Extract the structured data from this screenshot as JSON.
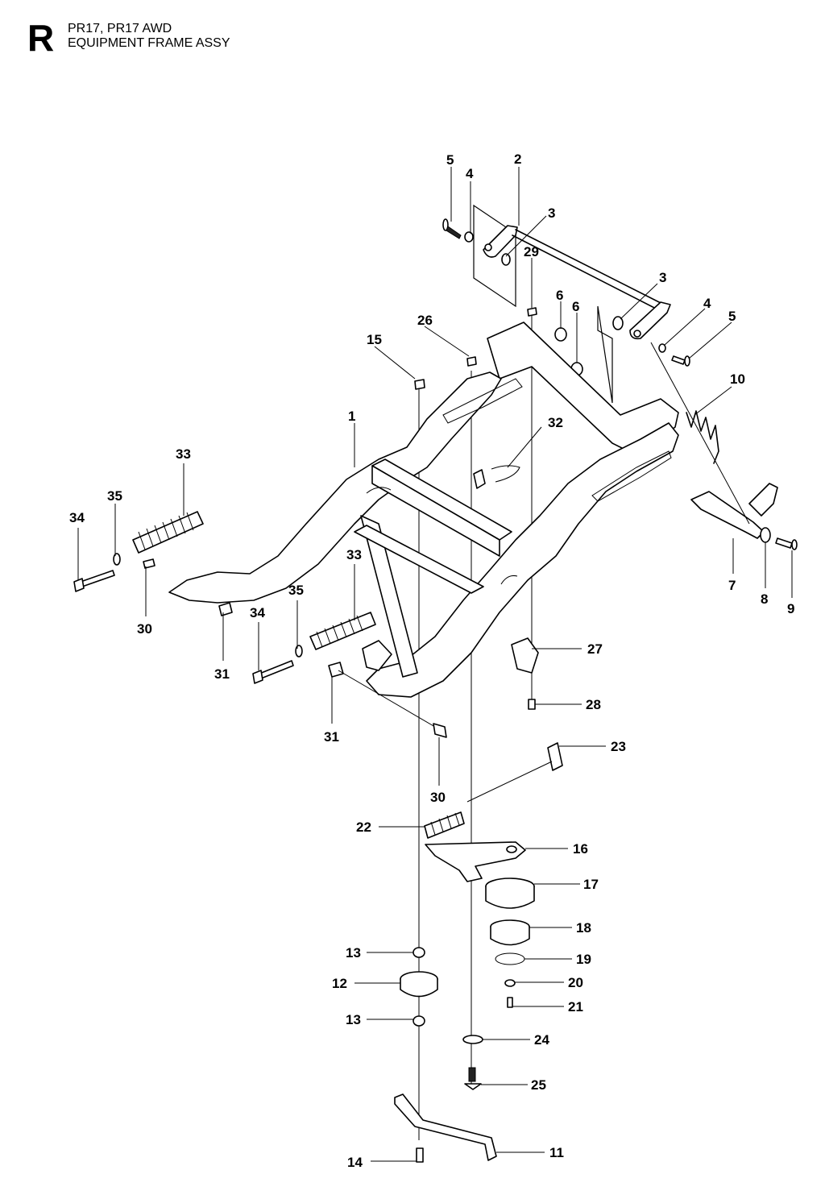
{
  "header": {
    "section_letter": "R",
    "model": "PR17, PR17 AWD",
    "title": "EQUIPMENT FRAME ASSY"
  },
  "callouts": [
    "1",
    "2",
    "3",
    "3",
    "4",
    "4",
    "5",
    "5",
    "6",
    "6",
    "7",
    "8",
    "9",
    "10",
    "11",
    "12",
    "13",
    "13",
    "14",
    "15",
    "16",
    "17",
    "18",
    "19",
    "20",
    "21",
    "22",
    "23",
    "24",
    "25",
    "26",
    "27",
    "28",
    "29",
    "30",
    "30",
    "31",
    "31",
    "32",
    "33",
    "33",
    "34",
    "34",
    "35",
    "35"
  ]
}
